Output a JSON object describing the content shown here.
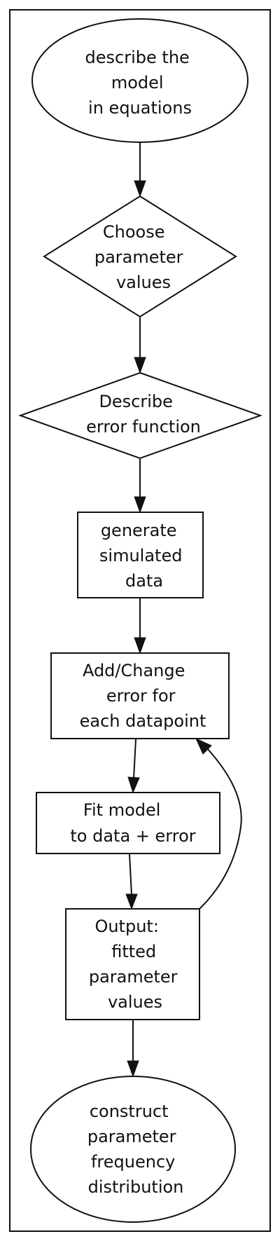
{
  "diagram": {
    "nodes": [
      {
        "id": "describe_model",
        "shape": "ellipse",
        "lines": [
          "describe the",
          "model",
          "in equations"
        ]
      },
      {
        "id": "choose_params",
        "shape": "diamond",
        "lines": [
          "Choose",
          "parameter",
          "values"
        ]
      },
      {
        "id": "error_function",
        "shape": "diamond",
        "lines": [
          "Describe",
          "error function"
        ]
      },
      {
        "id": "generate_data",
        "shape": "box",
        "lines": [
          "generate",
          "simulated",
          "data"
        ]
      },
      {
        "id": "add_error",
        "shape": "box",
        "lines": [
          "Add/Change",
          "error for",
          "each datapoint"
        ]
      },
      {
        "id": "fit_model",
        "shape": "box",
        "lines": [
          "Fit model",
          "to data + error"
        ]
      },
      {
        "id": "output",
        "shape": "box",
        "lines": [
          "Output:",
          "fitted",
          "parameter",
          "values"
        ]
      },
      {
        "id": "construct_dist",
        "shape": "ellipse",
        "lines": [
          "construct",
          "parameter",
          "frequency",
          "distribution"
        ]
      }
    ],
    "edges": [
      {
        "from": "describe_model",
        "to": "choose_params"
      },
      {
        "from": "choose_params",
        "to": "error_function"
      },
      {
        "from": "error_function",
        "to": "generate_data"
      },
      {
        "from": "generate_data",
        "to": "add_error"
      },
      {
        "from": "add_error",
        "to": "fit_model"
      },
      {
        "from": "fit_model",
        "to": "output"
      },
      {
        "from": "output",
        "to": "add_error"
      },
      {
        "from": "output",
        "to": "construct_dist"
      }
    ]
  }
}
